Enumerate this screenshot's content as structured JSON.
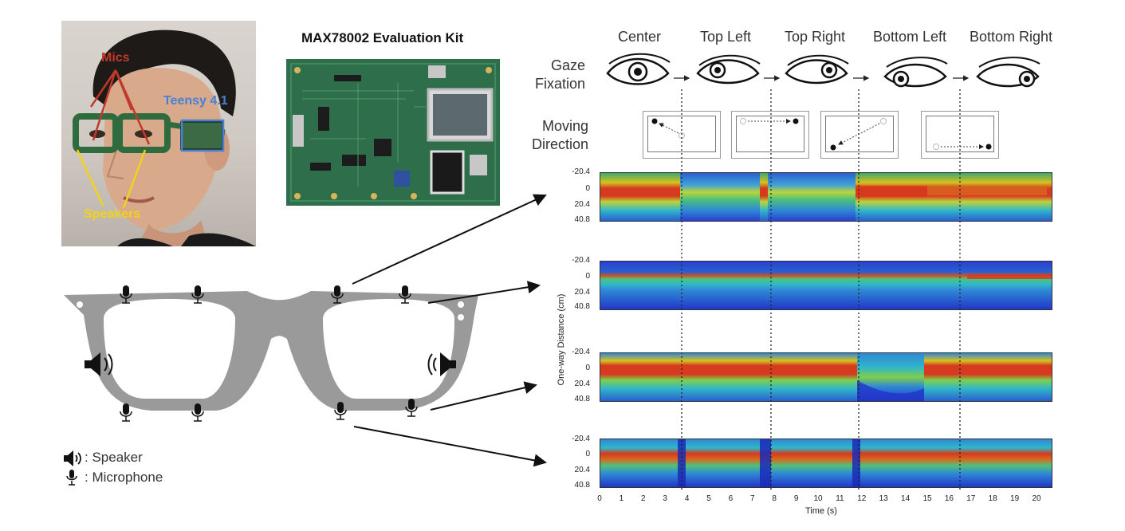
{
  "photo": {
    "labels": {
      "mics": "Mics",
      "teensy": "Teensy 4.1",
      "speakers": "Speakers"
    }
  },
  "board": {
    "title": "MAX78002 Evaluation Kit"
  },
  "gaze": {
    "row_label_1": "Gaze",
    "row_label_2": "Fixation",
    "directions": [
      "Center",
      "Top Left",
      "Top Right",
      "Bottom Left",
      "Bottom Right"
    ]
  },
  "moving": {
    "row_label_1": "Moving",
    "row_label_2": "Direction"
  },
  "spectrograms": {
    "ylabel": "One-way Distance (cm)",
    "xlabel": "Time (s)",
    "yticks": [
      "-20.4",
      "0",
      "20.4",
      "40.8"
    ],
    "xticks": [
      "0",
      "1",
      "2",
      "3",
      "4",
      "5",
      "6",
      "7",
      "8",
      "9",
      "10",
      "11",
      "12",
      "13",
      "14",
      "15",
      "16",
      "17",
      "18",
      "19",
      "20"
    ]
  },
  "legend": {
    "speaker": ": Speaker",
    "microphone": ": Microphone"
  },
  "colors": {
    "mics_label": "#c0392b",
    "teensy_label": "#4a7fd6",
    "speakers_label": "#f2d21b",
    "glasses_frame": "#9a9a9a"
  }
}
